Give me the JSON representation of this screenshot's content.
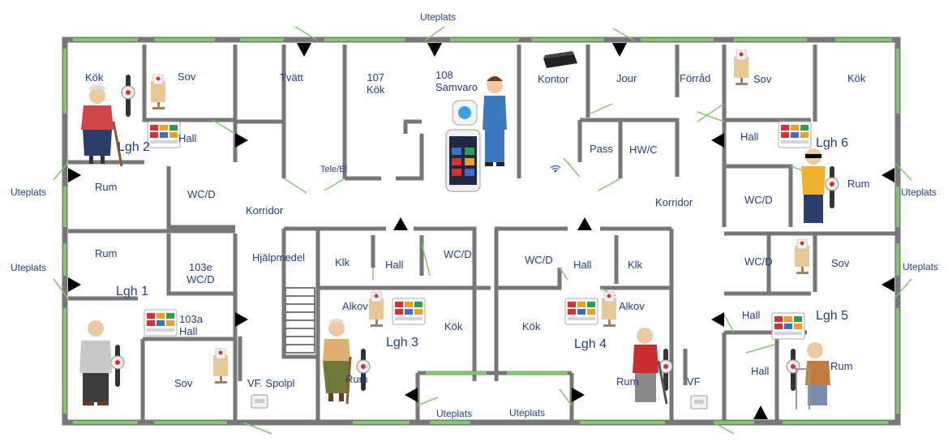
{
  "colors": {
    "wall": "#777777",
    "window": "#7fc96b",
    "label": "#1f3e8c",
    "marker": "#000000"
  },
  "labels": {
    "uteplats_top": "Uteplats",
    "kok_2": "Kök",
    "sov_2": "Sov",
    "hall_2": "Hall",
    "lgh_2": "Lgh 2",
    "rum_2": "Rum",
    "wcd_2": "WC/D",
    "tvatt": "Tvätt",
    "room_107_num": "107",
    "room_107_name": "Kök",
    "room_108_num": "108",
    "room_108_name": "Samvaro",
    "tele_el": "Tele/El",
    "kontor": "Kontor",
    "jour": "Jour",
    "forrad": "Förråd",
    "pass": "Pass",
    "hwc": "HW/C",
    "korridor_left": "Korridor",
    "korridor_right": "Korridor",
    "sov_6": "Sov",
    "kok_6": "Kök",
    "hall_6": "Hall",
    "lgh_6": "Lgh 6",
    "rum_6": "Rum",
    "wcd_6": "WC/D",
    "uteplats_left_upper": "Uteplats",
    "uteplats_left_lower": "Uteplats",
    "uteplats_right_upper": "Uteplats",
    "uteplats_right_lower": "Uteplats",
    "rum_1": "Rum",
    "room_103e_num": "103e",
    "room_103e_name": "WC/D",
    "lgh_1": "Lgh 1",
    "room_103a_num": "103a",
    "room_103a_name": "Hall",
    "sov_1": "Sov",
    "hjalpmedel": "Hjälpmedel",
    "vf_spolpl": "VF. Spolpl",
    "klk_3": "Klk",
    "hall_3": "Hall",
    "wcd_3": "WC/D",
    "alkov_3": "Alkov",
    "kok_3": "Kök",
    "lgh_3": "Lgh 3",
    "rum_3": "Rum",
    "uteplats_bottom_left": "Uteplats",
    "wcd_4": "WC/D",
    "hall_4": "Hall",
    "klk_4": "Klk",
    "kok_4": "Kök",
    "alkov_4": "Alkov",
    "lgh_4": "Lgh 4",
    "rum_4": "Rum",
    "uteplats_bottom_right": "Uteplats",
    "vf": "VF",
    "wcd_5": "WC/D",
    "sov_5": "Sov",
    "hall_5a": "Hall",
    "lgh_5": "Lgh 5",
    "hall_5b": "Hall",
    "rum_5": "Rum"
  },
  "icons": [
    "wall-panel-icon",
    "wristband-alarm-icon",
    "resident-figure-icon",
    "staff-figure-icon",
    "smartphone-icon",
    "alarm-button-icon",
    "network-switch-icon",
    "wifi-icon",
    "door-marker-icon",
    "ceiling-sensor-icon"
  ]
}
